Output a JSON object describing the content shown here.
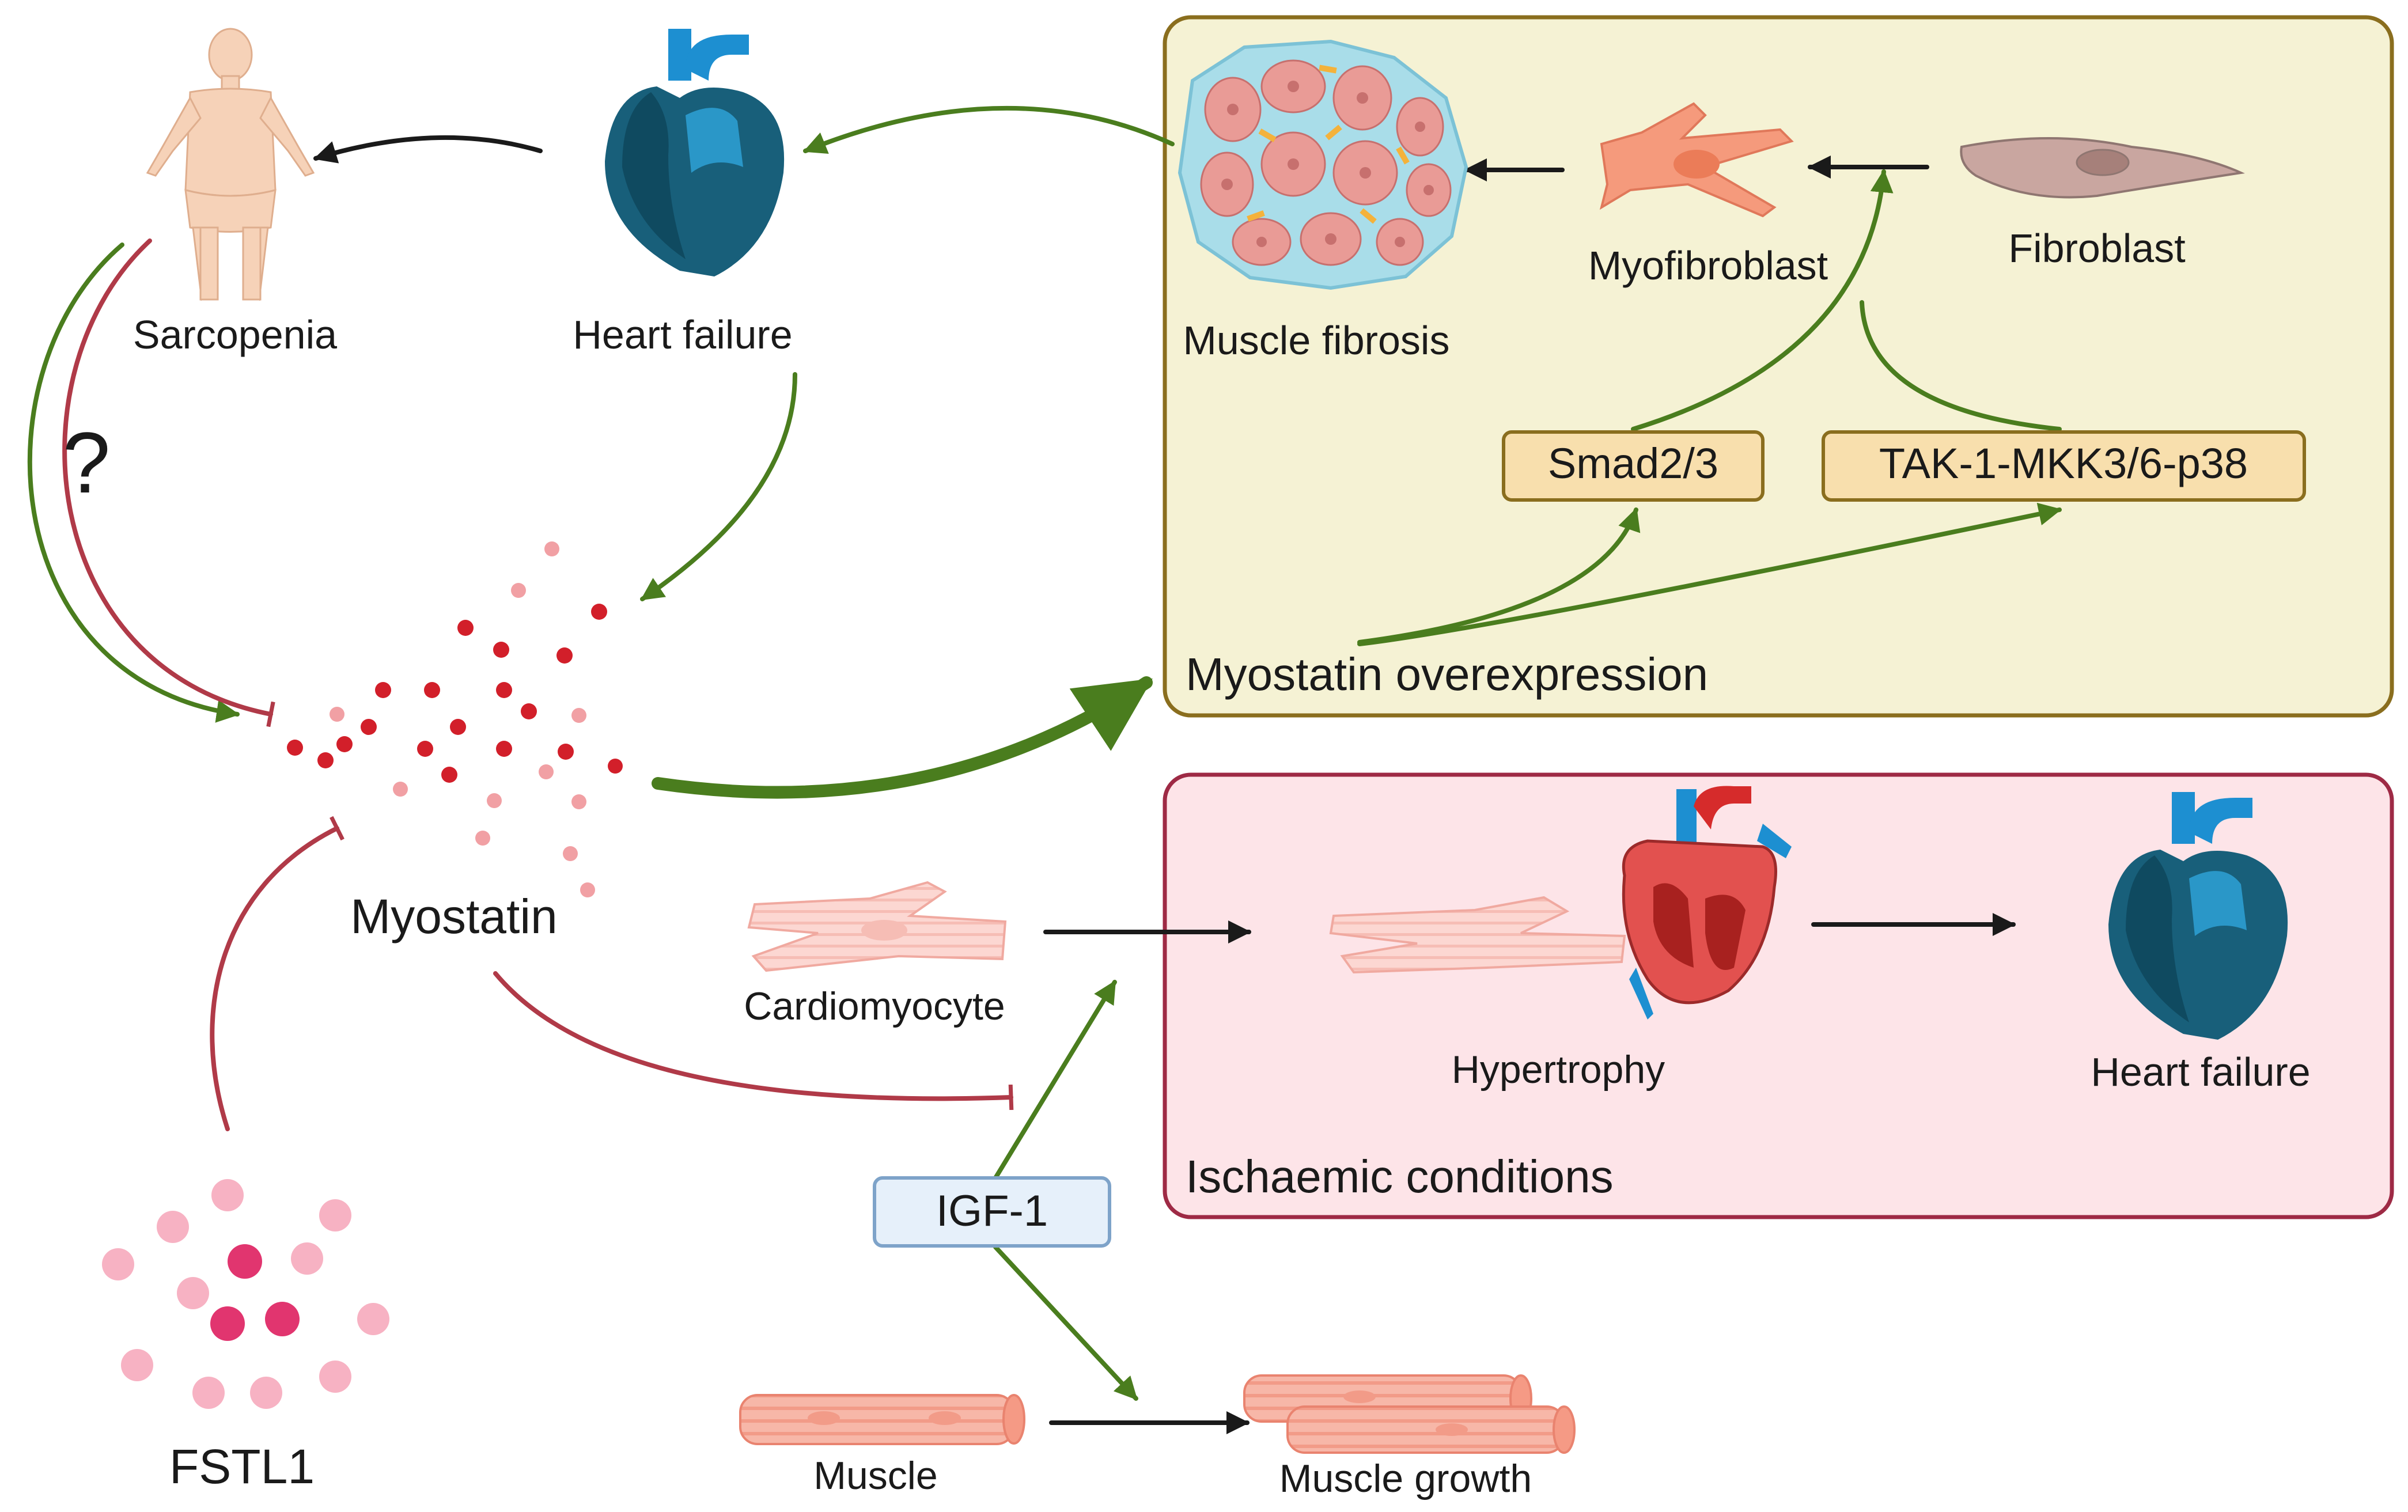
{
  "labels": {
    "sarcopenia": "Sarcopenia",
    "heart_failure_top": "Heart failure",
    "question": "?",
    "myostatin": "Myostatin",
    "fstl1": "FSTL1",
    "cardiomyocyte": "Cardiomyocyte",
    "igf1": "IGF-1",
    "muscle": "Muscle",
    "muscle_growth": "Muscle growth"
  },
  "fibrosis_panel": {
    "muscle_fibrosis": "Muscle fibrosis",
    "myofibroblast": "Myofibroblast",
    "fibroblast": "Fibroblast",
    "smad": "Smad2/3",
    "tak": "TAK-1-MKK3/6-p38",
    "caption": "Myostatin overexpression"
  },
  "ischaemic_panel": {
    "hypertrophy": "Hypertrophy",
    "heart_failure": "Heart failure",
    "caption": "Ischaemic conditions"
  },
  "colors": {
    "activation": "#4a7d1e",
    "inhibition": "#b03a48",
    "neutral": "#1a1a1a",
    "fibrosis_panel_fill": "#f5f2d4",
    "fibrosis_panel_border": "#8a6e1e",
    "ischaemic_panel_fill": "#fde4e8",
    "ischaemic_panel_border": "#9e2a45",
    "pathway_box_fill": "#f8dfad",
    "pathway_box_border": "#8a6e1e",
    "igf_box_fill": "#e6f0fa",
    "igf_box_border": "#7ea3c9"
  },
  "icons": [
    "human-body-icon",
    "heart-icon",
    "muscle-fibrosis-icon",
    "myofibroblast-icon",
    "fibroblast-icon",
    "cardiomyocyte-icon",
    "hypertrophy-heart-icon",
    "muscle-fiber-icon",
    "molecule-cluster-icon"
  ]
}
